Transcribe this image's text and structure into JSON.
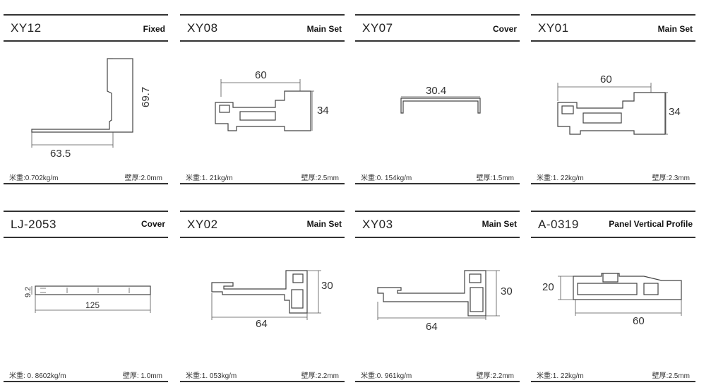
{
  "profiles": [
    {
      "code": "XY12",
      "type": "Fixed",
      "weight_label": "米重",
      "weight": "0.702kg/m",
      "thickness_label": "壁厚",
      "thickness": "2.0mm",
      "dims": [
        "69.7",
        "63.5"
      ]
    },
    {
      "code": "XY08",
      "type": "Main Set",
      "weight_label": "米重",
      "weight": "1. 21kg/m",
      "thickness_label": "壁厚",
      "thickness": "2.5mm",
      "dims": [
        "60",
        "34"
      ]
    },
    {
      "code": "XY07",
      "type": "Cover",
      "weight_label": "米重",
      "weight": "0. 154kg/m",
      "thickness_label": "壁厚",
      "thickness": "1.5mm",
      "dims": [
        "30.4"
      ]
    },
    {
      "code": "XY01",
      "type": "Main Set",
      "weight_label": "米重",
      "weight": "1. 22kg/m",
      "thickness_label": "壁厚",
      "thickness": "2.3mm",
      "dims": [
        "60",
        "34"
      ]
    },
    {
      "code": "LJ-2053",
      "type": "Cover",
      "weight_label": "米重",
      "weight": " 0. 8602kg/m",
      "thickness_label": "壁厚",
      "thickness": " 1.0mm",
      "dims": [
        "9.2",
        "125"
      ]
    },
    {
      "code": "XY02",
      "type": "Main Set",
      "weight_label": "米重",
      "weight": "1. 053kg/m",
      "thickness_label": "壁厚",
      "thickness": "2.2mm",
      "dims": [
        "30",
        "64"
      ]
    },
    {
      "code": "XY03",
      "type": "Main Set",
      "weight_label": "米重",
      "weight": "0. 961kg/m",
      "thickness_label": "壁厚",
      "thickness": "2.2mm",
      "dims": [
        "30",
        "64"
      ]
    },
    {
      "code": "A-0319",
      "type": "Panel Vertical Profile",
      "weight_label": "米重",
      "weight": "1. 22kg/m",
      "thickness_label": "壁厚",
      "thickness": "2.5mm",
      "dims": [
        "20",
        "60"
      ]
    }
  ]
}
